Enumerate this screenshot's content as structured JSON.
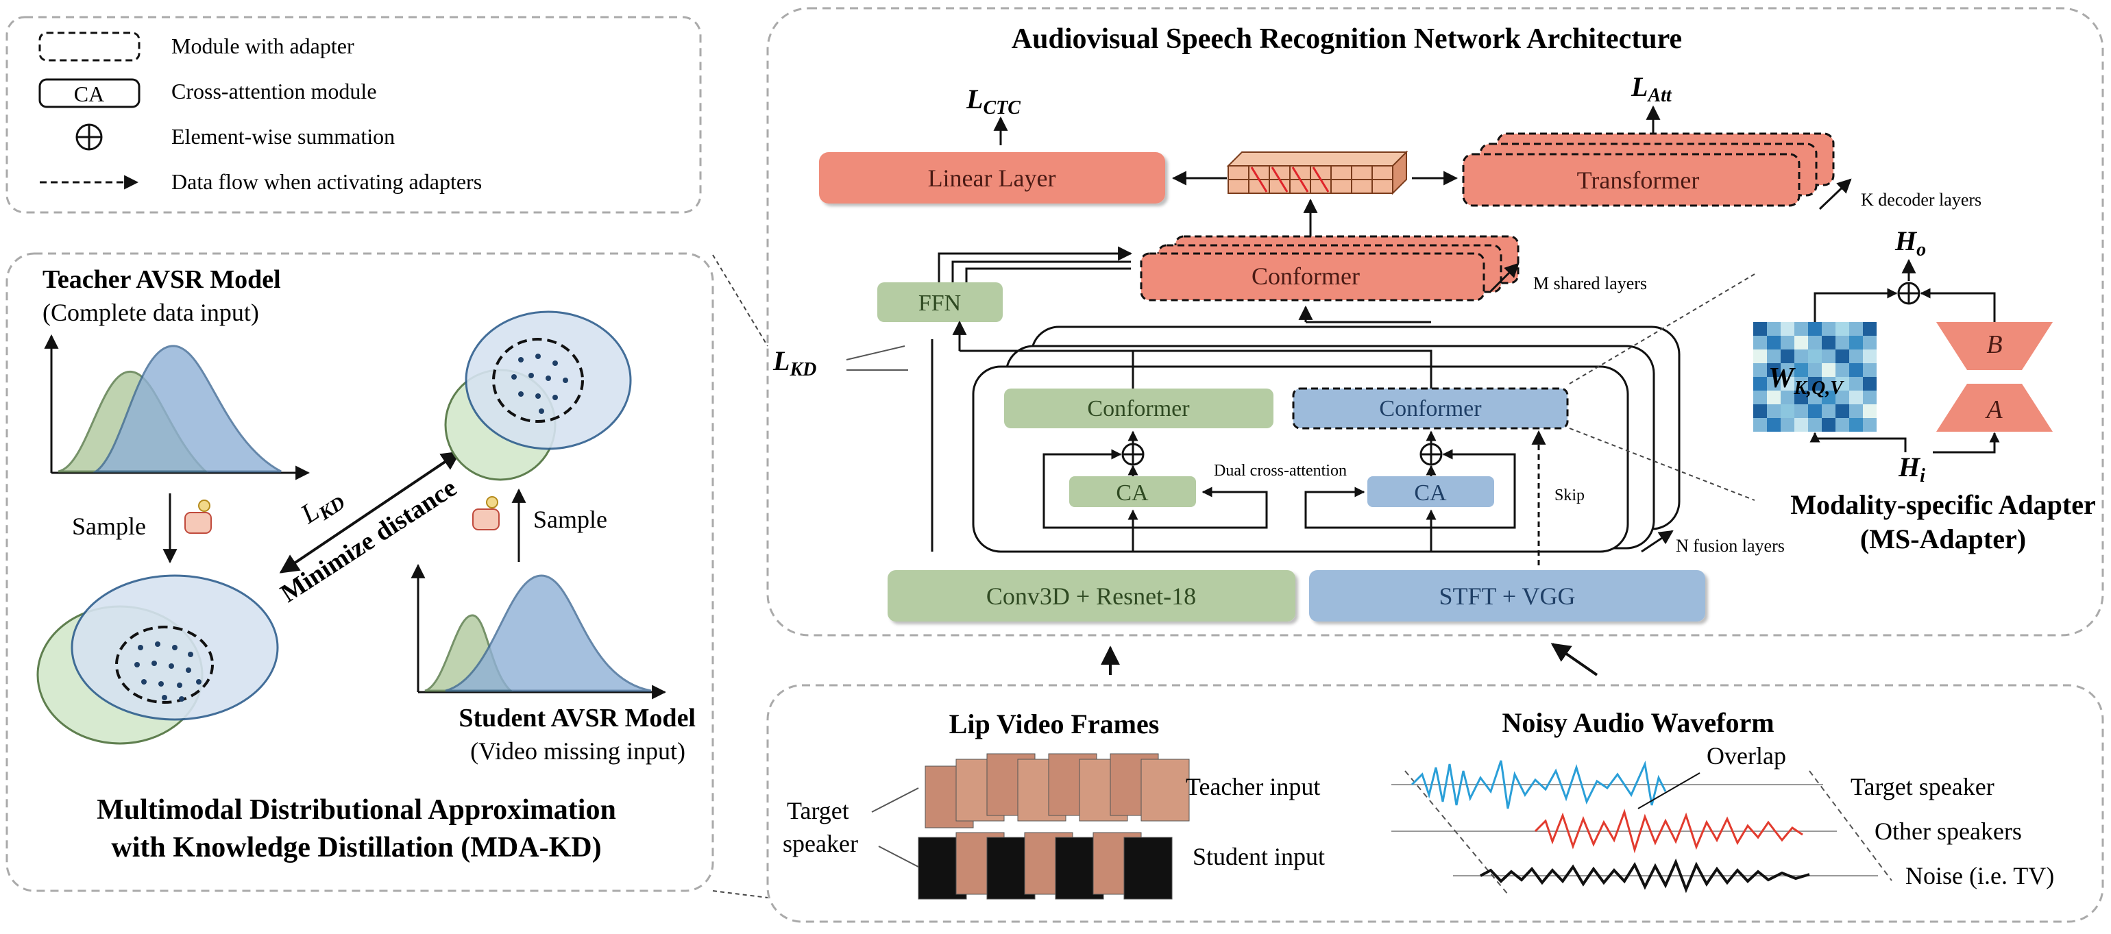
{
  "legend": {
    "module_adapter": "Module with adapter",
    "ca_box": "CA",
    "ca_label": "Cross-attention module",
    "sum_label": "Element-wise summation",
    "flow_label": "Data flow when activating adapters"
  },
  "mda": {
    "teacher_title": "Teacher AVSR Model",
    "teacher_sub": "(Complete data input)",
    "student_title": "Student AVSR Model",
    "student_sub": "(Video missing input)",
    "sample_left": "Sample",
    "sample_right": "Sample",
    "lkd": "L",
    "lkd_sub": "KD",
    "minimize": "Minimize distance",
    "caption1": "Multimodal Distributional Approximation",
    "caption2": "with Knowledge Distillation (MDA-KD)"
  },
  "arch": {
    "title": "Audiovisual Speech Recognition Network Architecture",
    "l_ctc": "L",
    "l_ctc_sub": "CTC",
    "l_att": "L",
    "l_att_sub": "Att",
    "l_kd": "L",
    "l_kd_sub": "KD",
    "linear_layer": "Linear Layer",
    "transformer": "Transformer",
    "k_decoder": "K decoder layers",
    "conformer_shared": "Conformer",
    "m_shared": "M shared layers",
    "ffn": "FFN",
    "conformer_video": "Conformer",
    "conformer_audio": "Conformer",
    "ca_left": "CA",
    "ca_right": "CA",
    "dual_ca": "Dual cross-attention",
    "skip": "Skip",
    "n_fusion": "N fusion layers",
    "conv3d": "Conv3D + Resnet-18",
    "stft": "STFT + VGG"
  },
  "adapter": {
    "h_o": "H",
    "h_o_sub": "o",
    "h_i": "H",
    "h_i_sub": "i",
    "w": "W",
    "w_sub": "K,Q,V",
    "b": "B",
    "a": "A",
    "title1": "Modality-specific Adapter",
    "title2": "(MS-Adapter)"
  },
  "inputs": {
    "lip_title": "Lip Video Frames",
    "audio_title": "Noisy Audio Waveform",
    "teacher_input": "Teacher input",
    "student_input": "Student input",
    "target_speaker_left1": "Target",
    "target_speaker_left2": "speaker",
    "overlap": "Overlap",
    "target_speaker": "Target speaker",
    "other_speakers": "Other speakers",
    "noise": "Noise (i.e. TV)"
  },
  "colors": {
    "green": "#b5cca3",
    "blue": "#9dbbdb",
    "salmon": "#ef8c7a",
    "dark_green": "#5f7f4f",
    "dark_blue": "#2f5f8f"
  }
}
